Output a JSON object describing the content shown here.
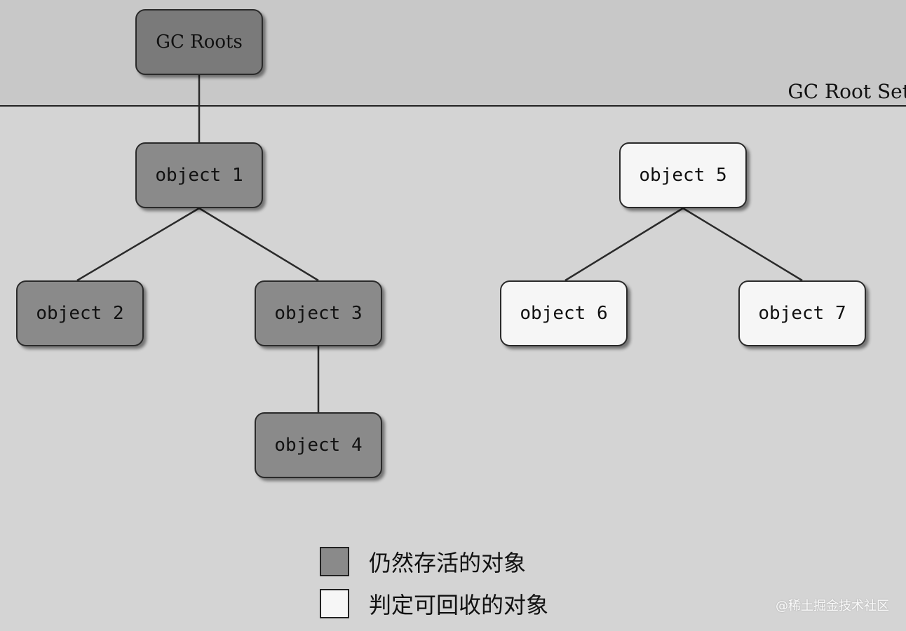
{
  "diagram": {
    "root_set_label": "GC Root Set",
    "nodes": [
      {
        "id": "gc-roots",
        "label": "GC Roots",
        "status": "root"
      },
      {
        "id": "object-1",
        "label": "object 1",
        "status": "live"
      },
      {
        "id": "object-2",
        "label": "object 2",
        "status": "live"
      },
      {
        "id": "object-3",
        "label": "object 3",
        "status": "live"
      },
      {
        "id": "object-4",
        "label": "object 4",
        "status": "live"
      },
      {
        "id": "object-5",
        "label": "object 5",
        "status": "dead"
      },
      {
        "id": "object-6",
        "label": "object 6",
        "status": "dead"
      },
      {
        "id": "object-7",
        "label": "object 7",
        "status": "dead"
      }
    ],
    "edges": [
      [
        "gc-roots",
        "object-1"
      ],
      [
        "object-1",
        "object-2"
      ],
      [
        "object-1",
        "object-3"
      ],
      [
        "object-3",
        "object-4"
      ],
      [
        "object-5",
        "object-6"
      ],
      [
        "object-5",
        "object-7"
      ]
    ]
  },
  "legend": {
    "items": [
      {
        "label": "仍然存活的对象",
        "color": "#8a8a8a"
      },
      {
        "label": "判定可回收的对象",
        "color": "#f6f6f6"
      }
    ]
  },
  "watermark": "@稀土掘金技术社区",
  "colors": {
    "live_node": "#8a8a8a",
    "root_node": "#7a7a7a",
    "dead_node": "#f6f6f6",
    "root_band": "#c8c8c8",
    "background": "#d4d4d4"
  }
}
